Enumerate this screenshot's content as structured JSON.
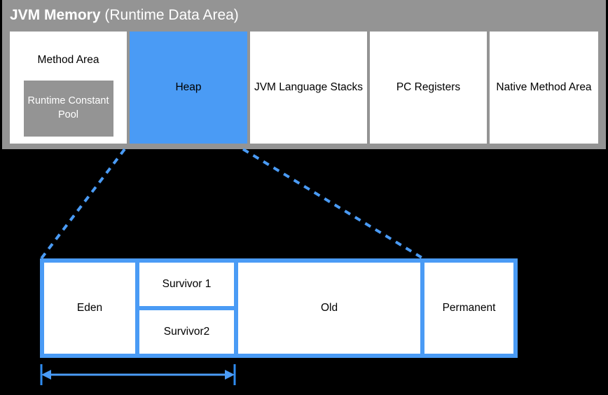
{
  "diagram": {
    "title_bold": "JVM Memory",
    "title_regular": " (Runtime Data Area)",
    "colors": {
      "background": "#000000",
      "panel_gray": "#949494",
      "accent_blue": "#4a9bf5",
      "box_white": "#ffffff",
      "text_black": "#000000",
      "text_white": "#ffffff"
    }
  },
  "runtime_data_area": {
    "regions": [
      {
        "label": "Method Area",
        "highlighted": false
      },
      {
        "label": "Heap",
        "highlighted": true
      },
      {
        "label": "JVM Language Stacks",
        "highlighted": false
      },
      {
        "label": "PC Registers",
        "highlighted": false
      },
      {
        "label": "Native Method Area",
        "highlighted": false
      }
    ],
    "method_area": {
      "label": "Method Area",
      "nested_box_label": "Runtime Constant Pool"
    },
    "heap": {
      "label": "Heap"
    },
    "jvm_language_stacks": {
      "label": "JVM Language Stacks"
    },
    "pc_registers": {
      "label": "PC Registers"
    },
    "native_method_area": {
      "label": "Native Method Area"
    }
  },
  "heap_detail": {
    "regions": [
      {
        "label": "Eden"
      },
      {
        "label": "Survivor 1"
      },
      {
        "label": "Survivor2"
      },
      {
        "label": "Old"
      },
      {
        "label": "Permanent"
      }
    ],
    "eden": {
      "label": "Eden"
    },
    "survivor_1": {
      "label": "Survivor 1"
    },
    "survivor_2": {
      "label": "Survivor2"
    },
    "old": {
      "label": "Old"
    },
    "permanent": {
      "label": "Permanent"
    },
    "span_measure": {
      "label": "",
      "covers": [
        "Eden",
        "Survivor 1",
        "Survivor2"
      ]
    }
  }
}
